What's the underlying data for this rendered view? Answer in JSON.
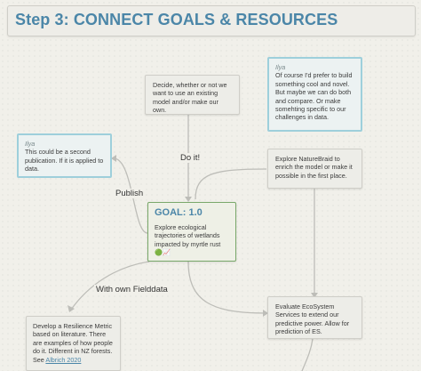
{
  "header": {
    "title": "Step 3: CONNECT GOALS & RESOURCES"
  },
  "cards": {
    "decide": "Decide, whether or not we want to use an existing model and/or make our own.",
    "explore_naturebraid": "Explore NatureBraid to enrich the model or make it possible in the first place.",
    "evaluate": "Evaluate EcoSystem Services to extend our predictive power. Allow for prediction of ES.",
    "resilience": "Develop a Resilience Metric based on literature. There are examples of how people do it. Different in NZ forests. See",
    "resilience_link": "Albrich 2020"
  },
  "notes": {
    "top_right": {
      "author": "Ilya",
      "text": "Of course I'd prefer to build something cool and novel. But maybe we can do both and compare. Or make somehting specific to our challenges in data."
    },
    "left": {
      "author": "Ilya",
      "text": "This could be a second publication. If it is applied to data."
    }
  },
  "goal": {
    "title": "GOAL: 1.0",
    "body": "Explore ecological trajectories of wetlands impacted by myrtle rust",
    "emoji": "🟢📈"
  },
  "edge_labels": {
    "do_it": "Do it!",
    "publish": "Publish",
    "fielddata": "With own Fielddata"
  }
}
